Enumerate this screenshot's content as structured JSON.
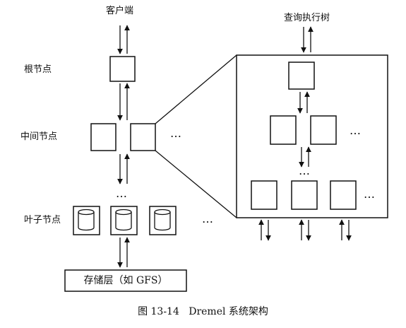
{
  "labels": {
    "client": "客户端",
    "root": "根节点",
    "intermediate": "中间节点",
    "leaf": "叶子节点",
    "storage": "存储层（如 GFS）",
    "query_tree": "查询执行树",
    "ellipsis": "…"
  },
  "caption": {
    "figure_number": "图 13-14",
    "title": "Dremel 系统架构"
  }
}
